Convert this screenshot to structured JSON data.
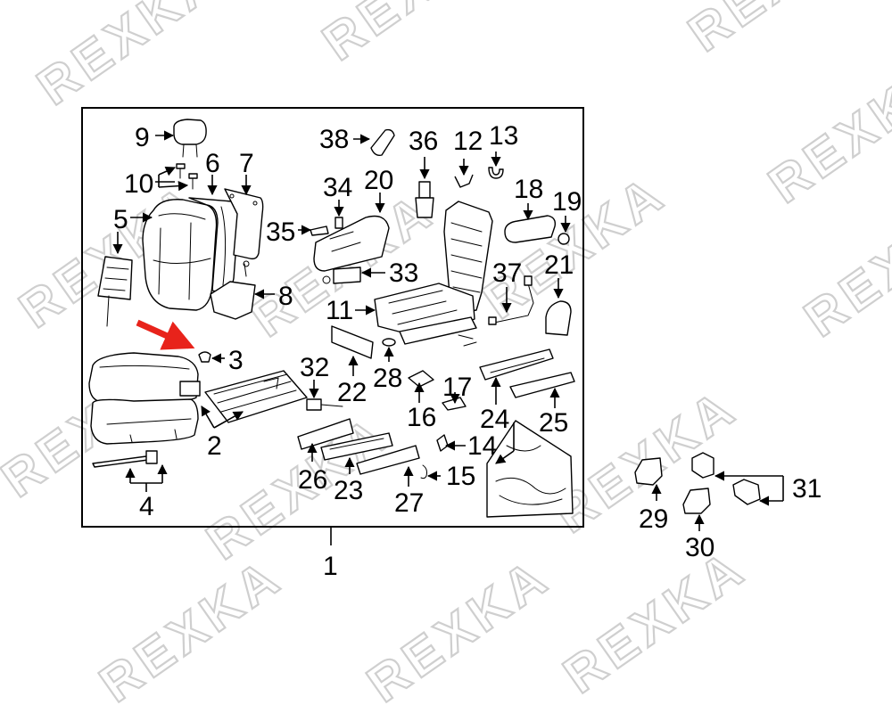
{
  "watermark": {
    "text": "REXKA",
    "color": "#cfcfcf"
  },
  "highlight_color": "#e8231b",
  "callouts": {
    "c1": "1",
    "c2": "2",
    "c3": "3",
    "c4": "4",
    "c5": "5",
    "c6": "6",
    "c7": "7",
    "c8": "8",
    "c9": "9",
    "c10": "10",
    "c11": "11",
    "c12": "12",
    "c13": "13",
    "c14": "14",
    "c15": "15",
    "c16": "16",
    "c17": "17",
    "c18": "18",
    "c19": "19",
    "c20": "20",
    "c21": "21",
    "c22": "22",
    "c23": "23",
    "c24": "24",
    "c25": "25",
    "c26": "26",
    "c27": "27",
    "c28": "28",
    "c29": "29",
    "c30": "30",
    "c31": "31",
    "c32": "32",
    "c33": "33",
    "c34": "34",
    "c35": "35",
    "c36": "36",
    "c37": "37",
    "c38": "38"
  },
  "highlighted_part": "3"
}
